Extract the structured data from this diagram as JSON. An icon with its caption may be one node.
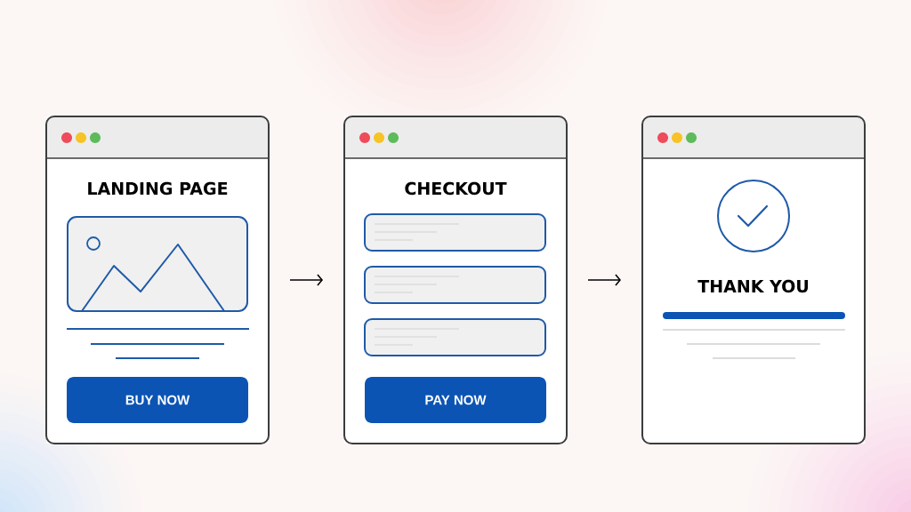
{
  "diagram": {
    "nodes": [
      {
        "text": [
          "LANDING PAGE"
        ]
      },
      {
        "text": [
          "BUY NOW"
        ],
        "in": 0
      },
      {
        "text": [
          "CHECKOUT"
        ]
      },
      {
        "text": [
          "PAY NOW"
        ],
        "in": 2
      },
      {
        "text": [
          "THANK YOU"
        ]
      }
    ],
    "edges": [
      {
        "from": 0,
        "to": 2,
        "arrow": "to"
      },
      {
        "from": 2,
        "to": 4,
        "arrow": "to"
      }
    ]
  }
}
